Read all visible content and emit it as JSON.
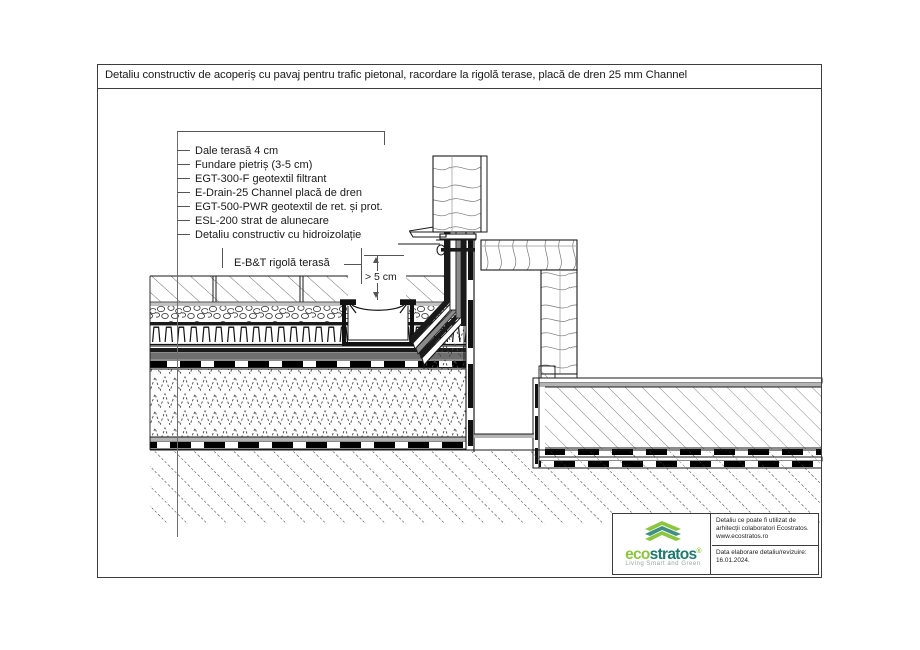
{
  "document": {
    "title": "Detaliu constructiv de acoperiș cu pavaj pentru trafic pietonal, racordare la rigolă terase, placă de dren 25 mm Channel",
    "sheet_width": 920,
    "sheet_height": 650
  },
  "legend": {
    "items": [
      {
        "label": "Dale terasă 4 cm"
      },
      {
        "label": "Fundare pietriș (3-5 cm)"
      },
      {
        "label": "EGT-300-F geotextil filtrant"
      },
      {
        "label": "E-Drain-25 Channel placă de dren"
      },
      {
        "label": "EGT-500-PWR geotextil de ret. și prot."
      },
      {
        "label": "ESL-200 strat de alunecare"
      },
      {
        "label": "Detaliu constructiv cu hidroizolație"
      }
    ]
  },
  "callouts": {
    "gutter_label": "E-B&T rigolă terasă",
    "dimension_label": "> 5 cm"
  },
  "title_block": {
    "logo_eco": "eco",
    "logo_stratos": "stratos",
    "logo_registered": "®",
    "logo_tagline": "Living Smart and Green",
    "note_line1": "Detaliu ce poate fi utilizat de",
    "note_line2": "arhitecții colaboratori Ecostratos.",
    "note_line3": "www.ecostratos.ro",
    "date_label": "Data elaborare detaliu/revizuire:",
    "date_value": "16.01.2024."
  },
  "colors": {
    "frame": "#3d3d3d",
    "line": "#1a1a1a",
    "leader": "#6e6e6e",
    "logo_green": "#8cc63f",
    "logo_dark": "#1f7a6e",
    "logo_tagline": "#9aa3a0",
    "membrane_black": "#000000",
    "screed_gray": "#a8a8a8"
  }
}
